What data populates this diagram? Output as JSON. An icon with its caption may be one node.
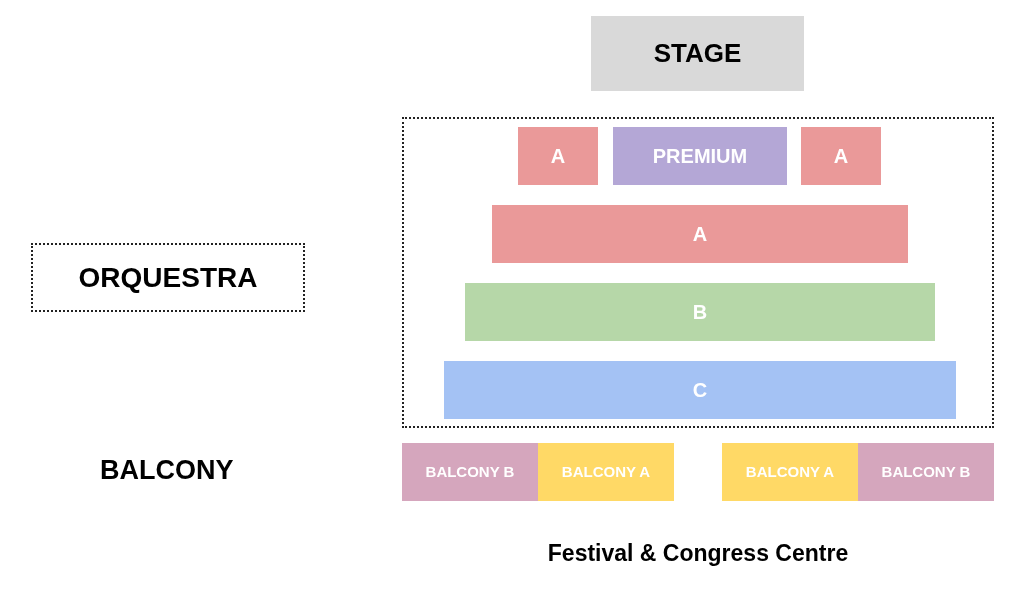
{
  "diagram": {
    "caption": "Festival & Congress Centre",
    "nodes": [
      {
        "text": [
          "STAGE"
        ]
      },
      {
        "text": [],
        "shape": "box"
      },
      {
        "text": [
          "A"
        ],
        "in": 1
      },
      {
        "text": [
          "PREMIUM"
        ],
        "in": 1
      },
      {
        "text": [
          "A"
        ],
        "in": 1
      },
      {
        "text": [
          "A"
        ],
        "in": 1
      },
      {
        "text": [
          "B"
        ],
        "in": 1
      },
      {
        "text": [
          "C"
        ],
        "in": 1
      },
      {
        "text": [
          "ORQUESTRA"
        ]
      },
      {
        "text": [
          "BALCONY B"
        ]
      },
      {
        "text": [
          "BALCONY A"
        ]
      },
      {
        "text": [
          "BALCONY A"
        ]
      },
      {
        "text": [
          "BALCONY B"
        ]
      }
    ],
    "labels": [
      "BALCONY"
    ]
  }
}
